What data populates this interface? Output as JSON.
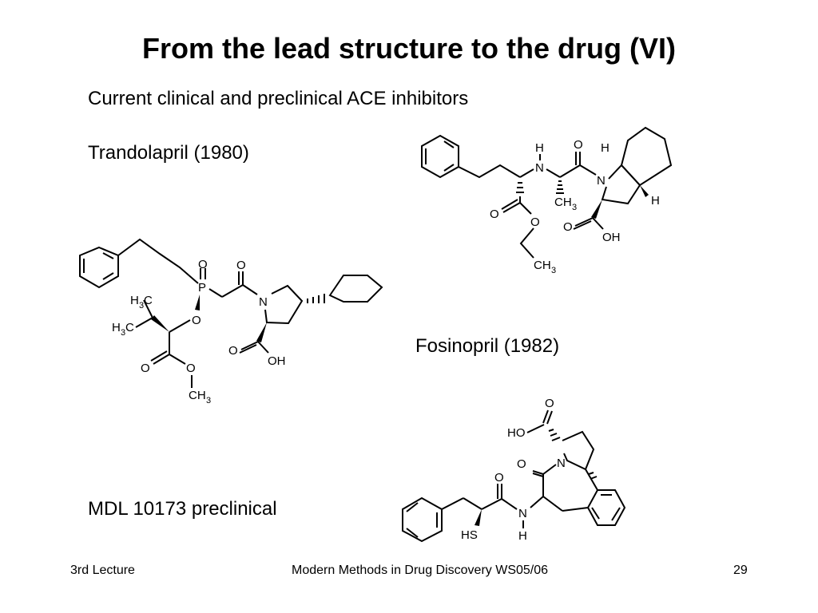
{
  "slide": {
    "title": "From the lead structure to the drug (VI)",
    "subtitle": "Current clinical and preclinical ACE inhibitors"
  },
  "compounds": {
    "trandolapril": {
      "label": "Trandolapril (1980)"
    },
    "fosinopril": {
      "label": "Fosinopril (1982)"
    },
    "mdl": {
      "label": "MDL 10173 preclinical"
    }
  },
  "atoms": {
    "h": "H",
    "n": "N",
    "o": "O",
    "oh": "OH",
    "ho": "HO",
    "p": "P",
    "hs": "HS",
    "ch": "CH",
    "c": "C",
    "sub3": "3"
  },
  "footer": {
    "left": "3rd Lecture",
    "center": "Modern Methods in Drug Discovery WS05/06",
    "page": "29"
  }
}
